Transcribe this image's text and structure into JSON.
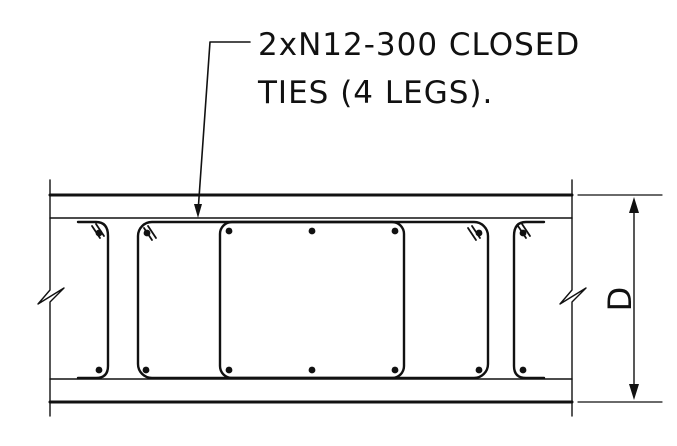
{
  "annotation": {
    "line1": "2xN12-300 CLOSED",
    "line2": "TIES (4 LEGS)."
  },
  "dimension": {
    "label": "D"
  },
  "colors": {
    "ink": "#111111",
    "background": "#ffffff"
  }
}
